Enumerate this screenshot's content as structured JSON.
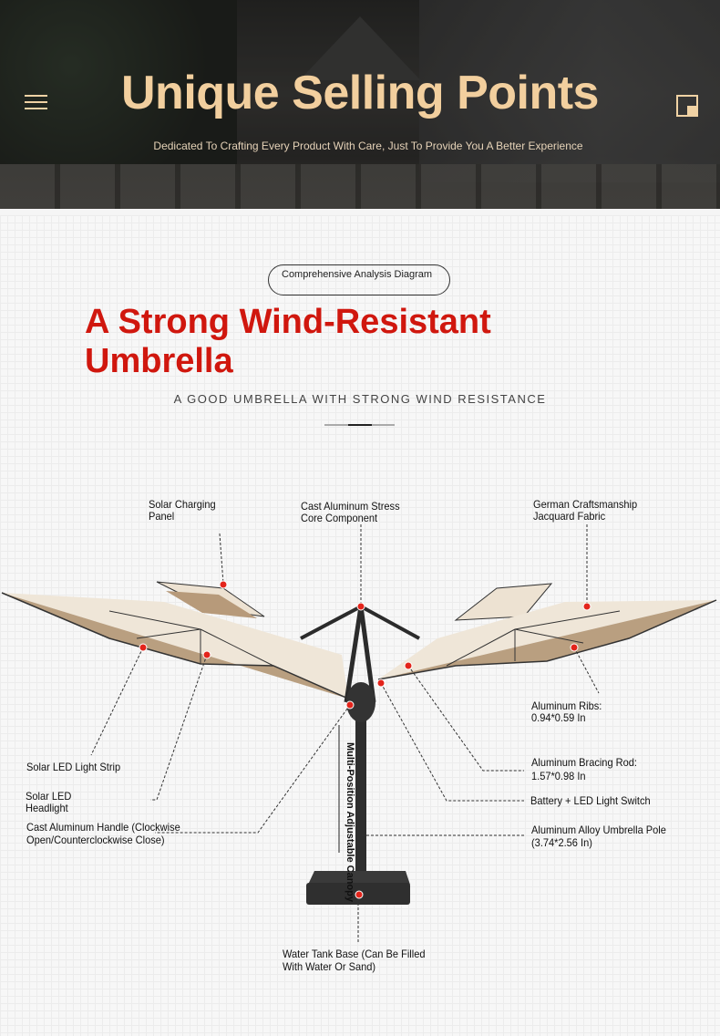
{
  "hero": {
    "title": "Unique Selling Points",
    "subtitle": "Dedicated To Crafting Every Product With Care, Just To Provide You A Better Experience"
  },
  "section": {
    "pill": "Comprehensive Analysis Diagram",
    "heading_line1": "A Strong Wind-Resistant",
    "heading_line2": "Umbrella",
    "tagline": "A GOOD UMBRELLA WITH STRONG WIND RESISTANCE"
  },
  "labels": {
    "solar_panel": [
      "Solar Charging",
      "Panel"
    ],
    "stress_core": [
      "Cast Aluminum Stress",
      "Core Component"
    ],
    "fabric": [
      "German Craftsmanship",
      "Jacquard Fabric"
    ],
    "ribs": [
      "Aluminum Ribs:",
      "0.94*0.59 In"
    ],
    "light_strip": "Solar LED Light Strip",
    "headlight": [
      "Solar LED",
      "Headlight"
    ],
    "bracing_rod": [
      "Aluminum Bracing Rod:",
      "1.57*0.98 In"
    ],
    "battery": "Battery + LED Light Switch",
    "handle": [
      "Cast Aluminum Handle (Clockwise",
      "Open/Counterclockwise Close)"
    ],
    "pole": [
      "Aluminum Alloy Umbrella Pole",
      "(3.74*2.56 In)"
    ],
    "canopy": "Multi-Position Adjustable Canopy",
    "base": [
      "Water Tank Base (Can Be Filled",
      "With Water Or Sand)"
    ]
  },
  "colors": {
    "accent": "#d0170e",
    "gold": "#f2cf9e",
    "marker": "#e3241b"
  }
}
